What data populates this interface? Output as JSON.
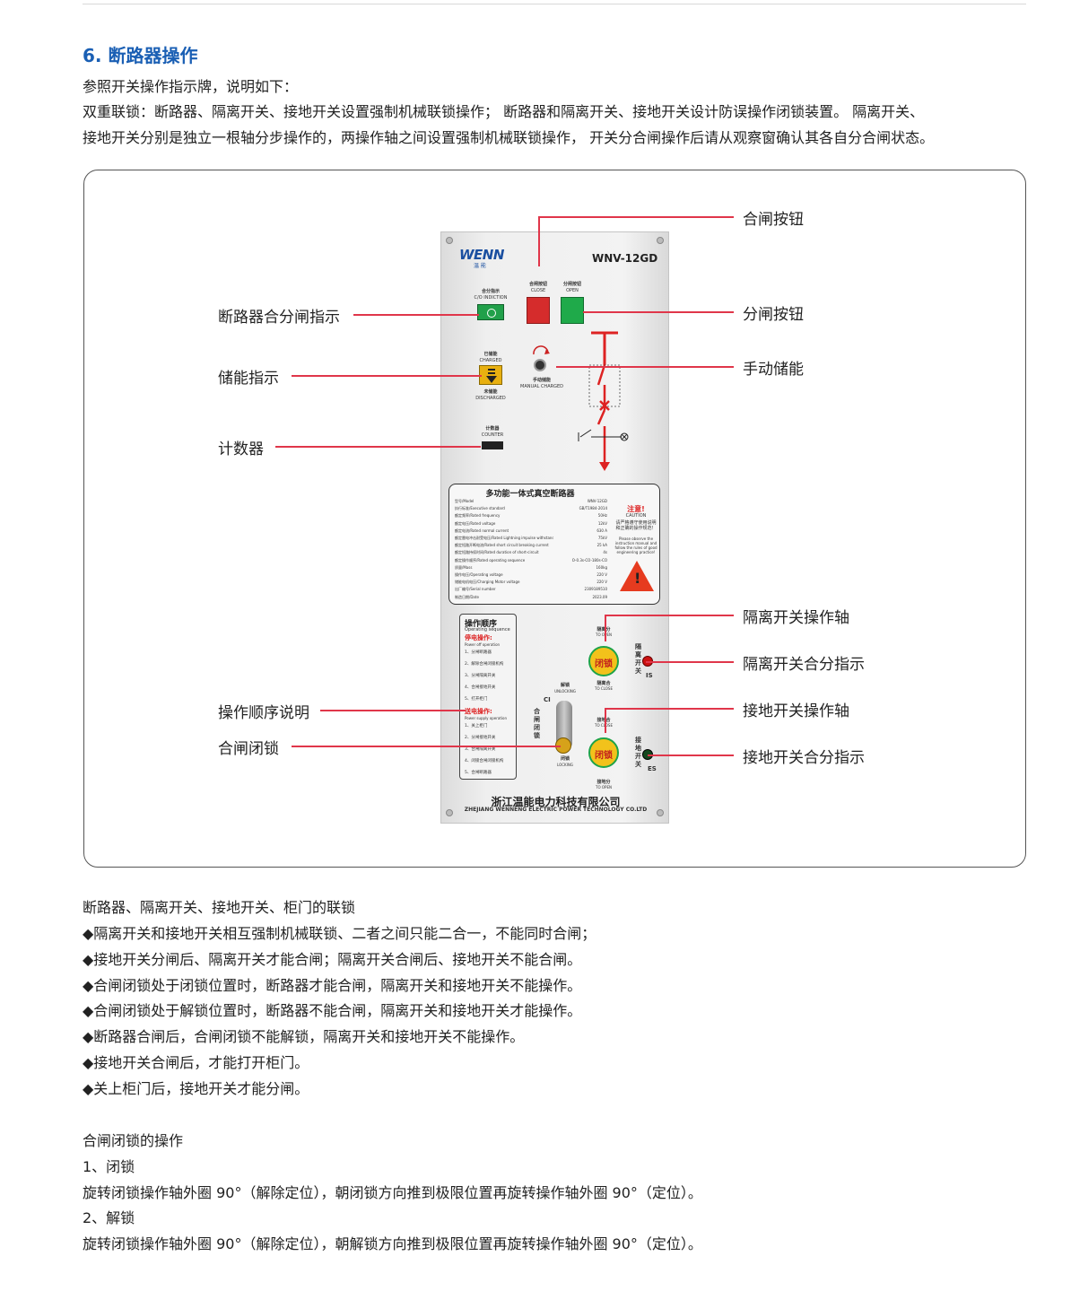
{
  "heading": "6. 断路器操作",
  "intro": {
    "line1": "参照开关操作指示牌，说明如下：",
    "line2": "双重联锁：断路器、隔离开关、接地开关设置强制机械联锁操作； 断路器和隔离开关、接地开关设计防误操作闭锁装置。 隔离开关、",
    "line3": "接地开关分别是独立一根轴分步操作的，两操作轴之间设置强制机械联锁操作， 开关分合闸操作后请从观察窗确认其各自分合闸状态。"
  },
  "callouts": {
    "close_button": "合闸按钮",
    "open_button": "分闸按钮",
    "manual_charge": "手动储能",
    "breaker_indicator": "断路器合分闸指示",
    "charge_indicator": "储能指示",
    "counter": "计数器",
    "iso_shaft": "隔离开关操作轴",
    "iso_indicator": "隔离开关合分指示",
    "earth_shaft": "接地开关操作轴",
    "earth_indicator": "接地开关合分指示",
    "op_sequence": "操作顺序说明",
    "close_lock": "合闸闭锁"
  },
  "panel": {
    "brand": "WENN",
    "brand_sub": "温 能",
    "model": "WNV-12GD",
    "close_label": "合闸按钮",
    "close_en": "CLOSE",
    "open_label": "分闸按钮",
    "open_en": "OPEN",
    "indicator_label": "合分指示",
    "indicator_en": "C/O INDICTION",
    "charged": "已储能",
    "charged_en": "CHARGED",
    "discharged": "未储能",
    "discharged_en": "DISCHARGED",
    "manual": "手动储能",
    "manual_en": "MANUAL CHARGED",
    "counter": "计数器",
    "counter_en": "COUNTER",
    "nameplate_title": "多功能一体式真空断路器",
    "warn_title": "注意!",
    "warn_en": "CAUTION",
    "warn_text": "请严格遵守使用说明和正确的操作规范！",
    "warn_text_en": "Please observe the instruction manual and follow the rules of good engineering practice!",
    "nameplate_rows": [
      [
        "型号/Model",
        "WNV-12GD"
      ],
      [
        "执行标准/Executive standard",
        "GB/T1984-2014"
      ],
      [
        "额定频率/Rated frequency",
        "50Hz"
      ],
      [
        "额定电压/Rated voltage",
        "12kV"
      ],
      [
        "额定电流/Rated normal current",
        "630 A"
      ],
      [
        "额定雷电冲击耐受电压/Rated Lightning impulse withstand voltage",
        "75kV"
      ],
      [
        "额定短路开断电流/Rated short circuit breaking current",
        "25 kA"
      ],
      [
        "额定短路持续时间/Rated duration of short-circuit",
        "4s"
      ],
      [
        "额定操作顺序/Rated operating sequence",
        "O-0.3s-CO-180s-CO"
      ],
      [
        "质量/Mass",
        "160kg"
      ],
      [
        "操作电压/Operating voltage",
        "220 V"
      ],
      [
        "储能电机电压/Charging Motor voltage",
        "220 V"
      ],
      [
        "出厂编号/Serial number",
        "2309189510"
      ],
      [
        "制造日期/Date",
        "2023.09"
      ]
    ],
    "seq_title": "操作顺序",
    "seq_en": "Operating sequence",
    "seq_off": "停电操作:",
    "seq_off_en": "Power off operation",
    "seq_off_steps": [
      "1、分闸断路器",
      "2、解除合闸闭锁机构",
      "3、分闸隔离开关",
      "4、合闸接地开关",
      "5、打开柜门"
    ],
    "seq_on": "送电操作:",
    "seq_on_en": "Power supply operation",
    "seq_on_steps": [
      "1、关上柜门",
      "2、分闸接地开关",
      "3、合闸隔离开关",
      "4、闭锁合闸闭锁机构",
      "5、合闸断路器"
    ],
    "iso_open": "隔离分",
    "to_open": "TO OPEN",
    "iso_close": "隔离合",
    "to_close": "TO CLOSE",
    "earth_close": "接地合",
    "earth_open": "接地分",
    "lock_text": "闭锁",
    "iso_label": "隔离开关",
    "earth_label": "接地开关",
    "is": "IS",
    "es": "ES",
    "unlock": "解锁",
    "unlock_en": "UNLOCKING",
    "lock": "闭锁",
    "lock_en": "LOCKING",
    "ci_label": "合闸闭锁",
    "ci": "CI",
    "company": "浙江温能电力科技有限公司",
    "company_en": "ZHEJIANG WENNENG ELECTRIC POWER TECHNOLOGY CO.LTD"
  },
  "interlock": {
    "title": "断路器、隔离开关、接地开关、柜门的联锁",
    "items": [
      "◆隔离开关和接地开关相互强制机械联锁、二者之间只能二合一，不能同时合闸；",
      "◆接地开关分闸后、隔离开关才能合闸；隔离开关合闸后、接地开关不能合闸。",
      "◆合闸闭锁处于闭锁位置时，断路器才能合闸，隔离开关和接地开关不能操作。",
      "◆合闸闭锁处于解锁位置时，断路器不能合闸，隔离开关和接地开关才能操作。",
      "◆断路器合闸后，合闸闭锁不能解锁，隔离开关和接地开关不能操作。",
      "◆接地开关合闸后，才能打开柜门。",
      "◆关上柜门后，接地开关才能分闸。"
    ]
  },
  "lock_ops": {
    "title": "合闸闭锁的操作",
    "step1": "1、闭锁",
    "step1_text": "旋转闭锁操作轴外圈 90°（解除定位），朝闭锁方向推到极限位置再旋转操作轴外圈 90°（定位）。",
    "step2": "2、解锁",
    "step2_text": "旋转闭锁操作轴外圈 90°（解除定位），朝解锁方向推到极限位置再旋转操作轴外圈 90°（定位）。"
  },
  "colors": {
    "heading": "#1a5fb4",
    "leader": "#e0364a",
    "close_button": "#d52c2c",
    "open_button": "#1faa4a"
  }
}
